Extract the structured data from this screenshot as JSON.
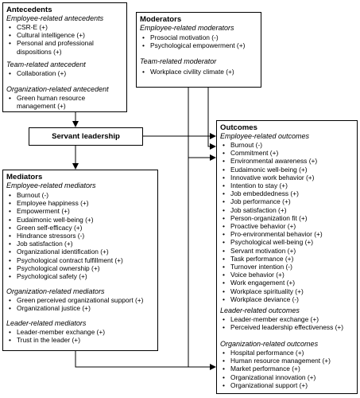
{
  "antecedents": {
    "title": "Antecedents",
    "sections": [
      {
        "title": "Employee-related antecedents",
        "items": [
          "CSR-E (+)",
          "Cultural intelligence (+)",
          "Personal and professional",
          "dispositions (+)"
        ]
      },
      {
        "title": "Team-related antecedent",
        "items": [
          "Collaboration (+)"
        ]
      },
      {
        "title": "Organization-related antecedent",
        "items": [
          "Green human resource",
          "management (+)"
        ]
      }
    ]
  },
  "moderators": {
    "title": "Moderators",
    "sections": [
      {
        "title": "Employee-related moderators",
        "items": [
          "Prosocial motivation (-)",
          "Psychological empowerment (+)"
        ]
      },
      {
        "title": "Team-related moderator",
        "items": [
          "Workplace civility climate (+)"
        ]
      }
    ]
  },
  "servant_leadership": {
    "title": "Servant leadership"
  },
  "mediators": {
    "title": "Mediators",
    "sections": [
      {
        "title": "Employee-related mediators",
        "items": [
          "Burnout (-)",
          "Employee happiness (+)",
          "Empowerment (+)",
          "Eudaimonic well-being (+)",
          "Green self-efficacy (+)",
          "Hindrance stressors (-)",
          "Job satisfaction (+)",
          "Organizational identification (+)",
          "Psychological contract fulfillment (+)",
          "Psychological ownership (+)",
          "Psychological safety (+)"
        ]
      },
      {
        "title": "Organization-related mediators",
        "items": [
          "Green perceived organizational support (+)",
          "Organizational justice (+)"
        ]
      },
      {
        "title": "Leader-related mediators",
        "items": [
          "Leader-member exchange (+)",
          "Trust in the leader (+)"
        ]
      }
    ]
  },
  "outcomes": {
    "title": "Outcomes",
    "sections": [
      {
        "title": "Employee-related outcomes",
        "items": [
          "Burnout (-)",
          "Commitment (+)",
          "Environmental awareness (+)",
          "Eudaimonic well-being (+)",
          "Innovative work behavior (+)",
          "Intention to stay (+)",
          "Job embeddedness (+)",
          "Job performance (+)",
          "Job satisfaction (+)",
          "Person-organization fit (+)",
          "Proactive behavior (+)",
          "Pro-environmental behavior (+)",
          "Psychological well-being (+)",
          "Servant motivation (+)",
          "Task performance (+)",
          "Turnover intention (-)",
          "Voice behavior (+)",
          "Work engagement (+)",
          "Workplace spirituality (+)",
          "Workplace deviance (-)"
        ]
      },
      {
        "title": "Leader-related outcomes",
        "items": [
          "Leader-member exchange (+)",
          "Perceived leadership effectiveness (+)"
        ]
      },
      {
        "title": "Organization-related outcomes",
        "items": [
          "Hospital performance (+)",
          "Human resource management (+)",
          "Market performance (+)",
          "Organizational innovation (+)",
          "Organizational support (+)"
        ]
      }
    ]
  }
}
